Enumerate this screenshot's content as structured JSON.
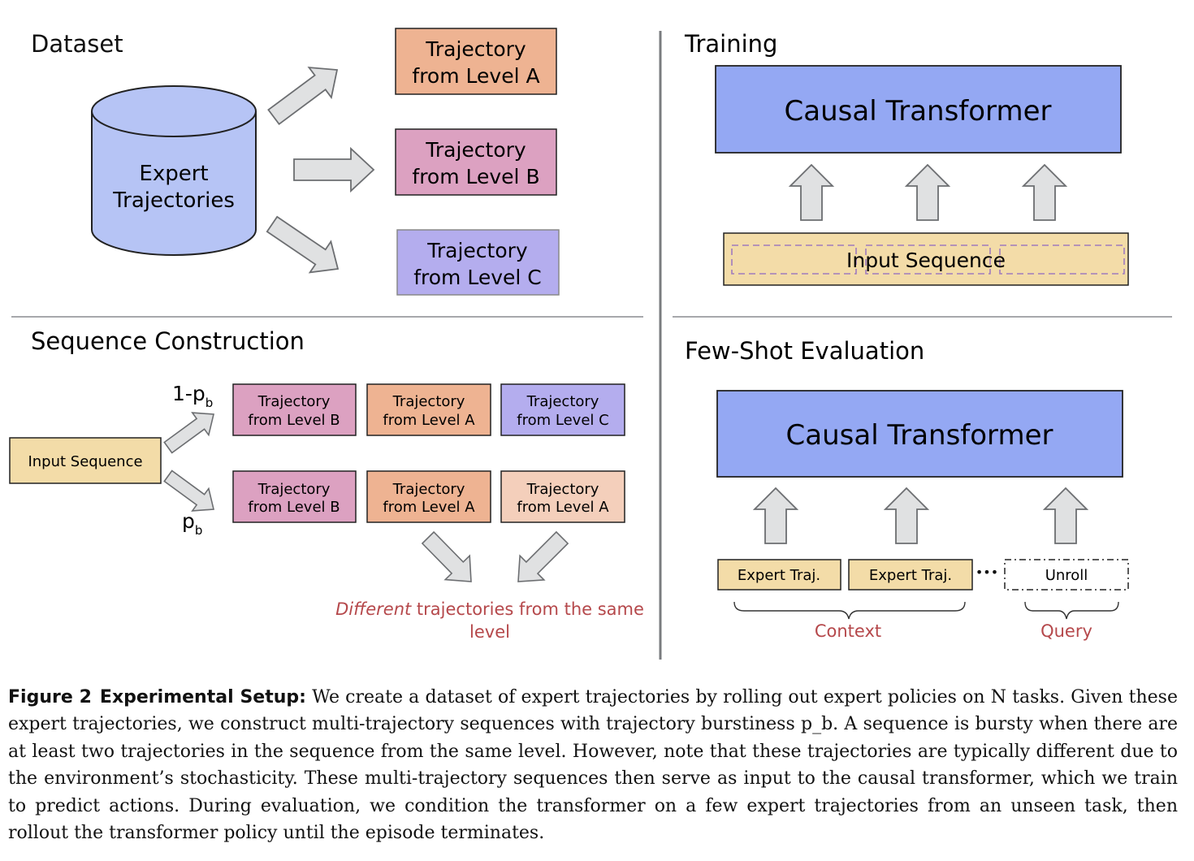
{
  "colors": {
    "orange": "#EEB392",
    "pink": "#DCA1C1",
    "purple": "#B4ADEE",
    "lightorange": "#F4CFBB",
    "blue_cyl": "#B6C4F5",
    "transformer": "#94A8F3",
    "sand": "#F3DCA8",
    "red_text": "#B5484B",
    "arrow_fill": "#E0E1E2",
    "arrow_stroke": "#6C6E71"
  },
  "dataset": {
    "title": "Dataset",
    "cylinder_line1": "Expert",
    "cylinder_line2": "Trajectories",
    "box_a": {
      "line1": "Trajectory",
      "line2": "from Level A"
    },
    "box_b": {
      "line1": "Trajectory",
      "line2": "from Level B"
    },
    "box_c": {
      "line1": "Trajectory",
      "line2": "from Level C"
    }
  },
  "training": {
    "title": "Training",
    "transformer": "Causal Transformer",
    "input": "Input Sequence"
  },
  "sequence": {
    "title": "Sequence Construction",
    "input": "Input Sequence",
    "prob_top_main": "1-p",
    "prob_top_sub": "b",
    "prob_bot_main": "p",
    "prob_bot_sub": "b",
    "row1": [
      {
        "line1": "Trajectory",
        "line2": "from Level B"
      },
      {
        "line1": "Trajectory",
        "line2": "from Level A"
      },
      {
        "line1": "Trajectory",
        "line2": "from Level C"
      }
    ],
    "row2": [
      {
        "line1": "Trajectory",
        "line2": "from Level B"
      },
      {
        "line1": "Trajectory",
        "line2": "from Level A"
      },
      {
        "line1": "Trajectory",
        "line2": "from Level A"
      }
    ],
    "note_italic": "Different",
    "note_rest": " trajectories from the same",
    "note_line2": "level"
  },
  "evaluation": {
    "title": "Few-Shot Evaluation",
    "transformer": "Causal Transformer",
    "expert1": "Expert Traj.",
    "expert2": "Expert Traj.",
    "dots": "•••",
    "unroll": "Unroll",
    "context": "Context",
    "query": "Query"
  },
  "caption": {
    "figure_label": "Figure 2",
    "lead": "Experimental Setup:",
    "text": " We create a dataset of expert trajectories by rolling out expert policies on N tasks. Given these expert trajectories, we construct multi-trajectory sequences with trajectory burstiness p_b. A sequence is bursty when there are at least two trajectories in the sequence from the same level. However, note that these trajectories are typically different due to the environment’s stochasticity. These multi-trajectory sequences then serve as input to the causal transformer, which we train to predict actions. During evaluation, we condition the transformer on a few expert trajectories from an unseen task, then rollout the transformer policy until the episode terminates."
  }
}
